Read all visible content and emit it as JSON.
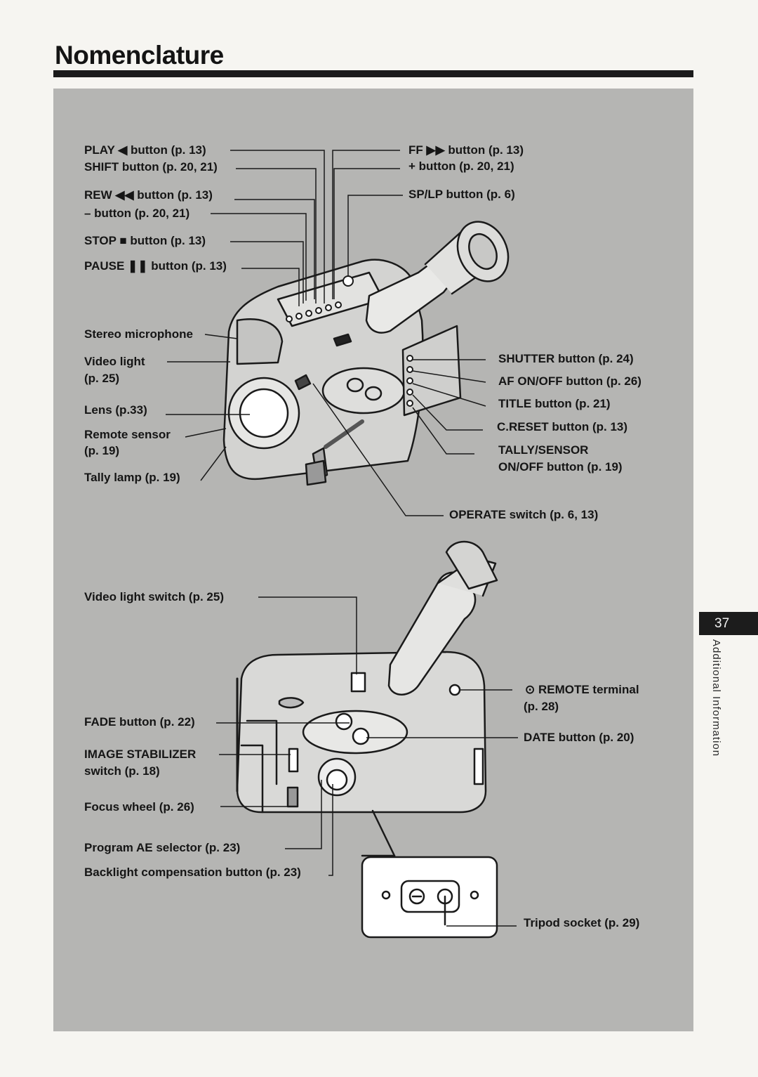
{
  "page": {
    "title": "Nomenclature",
    "page_number": "37",
    "section": "Additional Information"
  },
  "labels": {
    "play": "PLAY ◀ button (p. 13)",
    "shift": "SHIFT button (p. 20, 21)",
    "rew": "REW ◀◀ button (p. 13)",
    "minus": "– button (p. 20, 21)",
    "stop": "STOP ■ button (p. 13)",
    "pause": "PAUSE ❚❚ button (p. 13)",
    "stereo_mic": "Stereo microphone",
    "video_light": "Video light",
    "video_light_page": "(p. 25)",
    "lens": "Lens (p.33)",
    "remote_sensor": "Remote sensor",
    "remote_sensor_page": "(p. 19)",
    "tally_lamp": "Tally lamp (p. 19)",
    "ff": "FF ▶▶ button (p. 13)",
    "plus": "+ button (p. 20, 21)",
    "splp": "SP/LP button (p. 6)",
    "shutter": "SHUTTER button (p. 24)",
    "af": "AF ON/OFF button (p. 26)",
    "title_btn": "TITLE button (p. 21)",
    "creset": "C.RESET button (p. 13)",
    "tally_sensor_1": "TALLY/SENSOR",
    "tally_sensor_2": "ON/OFF button (p. 19)",
    "operate": "OPERATE switch (p. 6, 13)",
    "video_light_switch": "Video light switch (p. 25)",
    "fade": "FADE button (p. 22)",
    "image_stab_1": "IMAGE STABILIZER",
    "image_stab_2": "switch (p. 18)",
    "focus_wheel": "Focus wheel (p. 26)",
    "program_ae": "Program AE selector (p. 23)",
    "backlight": "Backlight compensation button (p. 23)",
    "remote_terminal": "REMOTE terminal",
    "remote_terminal_page": "(p. 28)",
    "date": "DATE button (p. 20)",
    "tripod": "Tripod socket (p. 29)"
  }
}
